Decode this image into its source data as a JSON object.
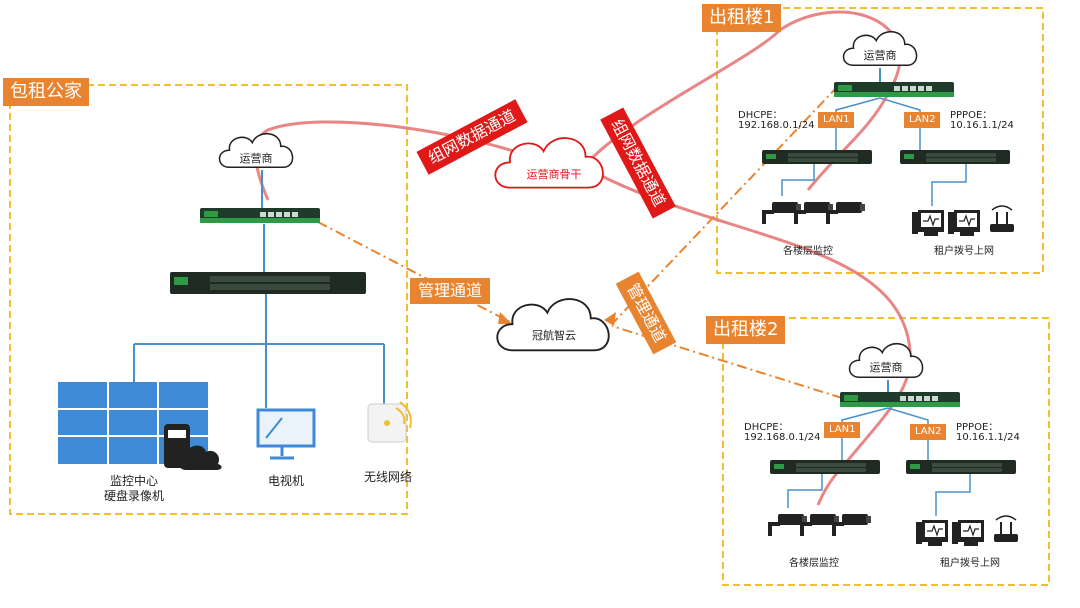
{
  "zones": {
    "landlord": "包租公家",
    "building1": "出租楼1",
    "building2": "出租楼2"
  },
  "clouds": {
    "isp_landlord": "运营商",
    "isp_b1": "运营商",
    "isp_b2": "运营商",
    "isp_backbone": "运营商骨干",
    "guanhang_cloud": "冠航智云"
  },
  "channels": {
    "data_channel_1": "组网数据通道",
    "data_channel_2": "组网数据通道",
    "mgmt_channel_1": "管理通道",
    "mgmt_channel_2": "管理通道"
  },
  "landlord_devices": {
    "monitor_center_line1": "监控中心",
    "monitor_center_line2": "硬盘录像机",
    "tv": "电视机",
    "wireless": "无线网络"
  },
  "building1": {
    "dhcpe_title": "DHCPE：",
    "dhcpe_addr": "192.168.0.1/24",
    "pppoe_title": "PPPOE：",
    "pppoe_addr": "10.16.1.1/24",
    "lan1": "LAN1",
    "lan2": "LAN2",
    "cameras": "各楼层监控",
    "tenants": "租户拨号上网"
  },
  "building2": {
    "dhcpe_title": "DHCPE：",
    "dhcpe_addr": "192.168.0.1/24",
    "pppoe_title": "PPPOE：",
    "pppoe_addr": "10.16.1.1/24",
    "lan1": "LAN1",
    "lan2": "LAN2",
    "cameras": "各楼层监控",
    "tenants": "租户拨号上网"
  },
  "colors": {
    "zone_border": "#f0c030",
    "tag_orange": "#e8842f",
    "data_red": "#e01818",
    "tunnel_pink": "#e87878",
    "mgmt_dash": "#e8842f",
    "wire_blue": "#4a90c8",
    "device_dark": "#1e2a22",
    "router_green": "#2e9a46"
  }
}
